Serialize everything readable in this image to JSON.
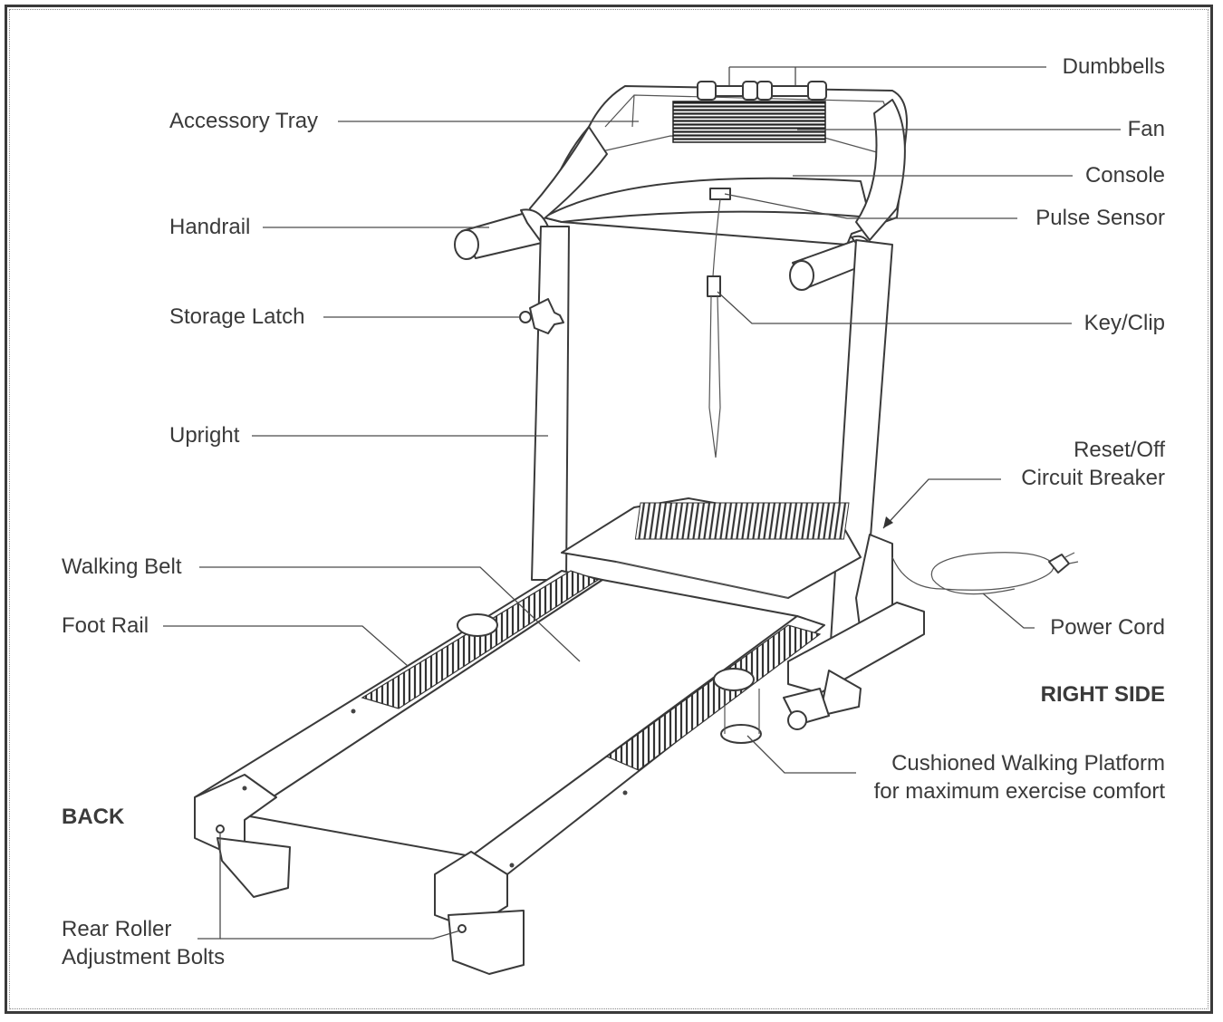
{
  "labels": {
    "accessory_tray": "Accessory Tray",
    "handrail": "Handrail",
    "storage_latch": "Storage Latch",
    "upright": "Upright",
    "walking_belt": "Walking Belt",
    "foot_rail": "Foot Rail",
    "back": "BACK",
    "rear_roller_line1": "Rear Roller",
    "rear_roller_line2": "Adjustment Bolts",
    "dumbbells": "Dumbbells",
    "fan": "Fan",
    "console": "Console",
    "pulse_sensor": "Pulse Sensor",
    "key_clip": "Key/Clip",
    "reset_line1": "Reset/Off",
    "reset_line2": "Circuit Breaker",
    "power_cord": "Power Cord",
    "right_side": "RIGHT SIDE",
    "cushioned_line1": "Cushioned Walking Platform",
    "cushioned_line2": "for maximum exercise comfort"
  }
}
